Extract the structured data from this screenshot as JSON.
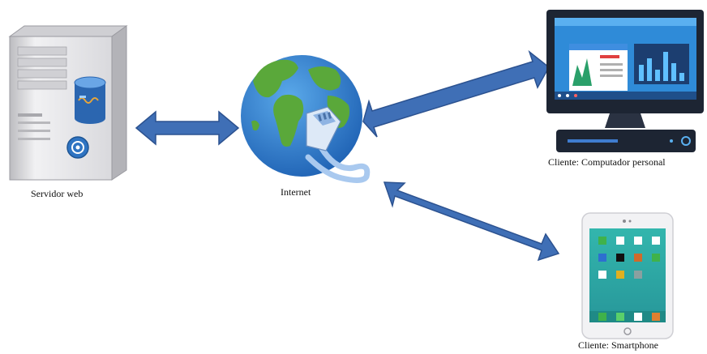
{
  "labels": {
    "server": "Servidor web",
    "internet": "Internet",
    "pc": "Cliente: Computador personal",
    "smartphone": "Cliente: Smartphone"
  },
  "nodes": {
    "server": {
      "icon": "server-icon"
    },
    "internet": {
      "icon": "globe-icon"
    },
    "pc": {
      "icon": "desktop-computer-icon"
    },
    "smartphone": {
      "icon": "tablet-icon"
    }
  },
  "colors": {
    "arrow": "#3f6fb6",
    "arrow_stroke": "#2c5290",
    "ocean": "#2f7fd0",
    "land": "#5aa83a",
    "server_body": "#e8e8ea",
    "screen_frame": "#1d2533",
    "screen_bg": "#2f8bd8",
    "tablet_bg": "#2aa7a3"
  }
}
